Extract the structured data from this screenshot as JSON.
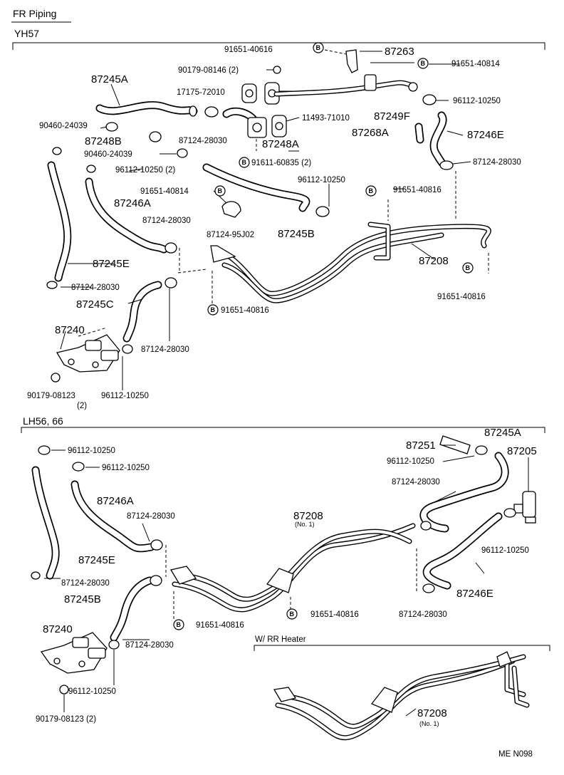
{
  "header": {
    "title": "FR  Piping"
  },
  "sections": {
    "yh57": {
      "title": "YH57"
    },
    "lh": {
      "title": "LH56, 66"
    },
    "rr": {
      "title": "W/ RR Heater"
    }
  },
  "footer": {
    "code": "ME  N098"
  },
  "yh57_labels": {
    "p91651_40616": "91651-40616",
    "p87263": "87263",
    "p91651_40814_top": "91651-40814",
    "p90179_08146": "90179-08146 (2)",
    "p87245A": "87245A",
    "p17175_72010": "17175-72010",
    "p96112_10250_a": "96112-10250",
    "p11493_71010": "11493-71010",
    "p87249F": "87249F",
    "p90460_24039_a": "90460-24039",
    "p87268A": "87268A",
    "p87246E": "87246E",
    "p87248B": "87248B",
    "p87124_28030_a": "87124-28030",
    "p87248A": "87248A",
    "p90460_24039_b": "90460-24039",
    "p87124_28030_b": "87124-28030",
    "p91611_60835": "91611-60835 (2)",
    "p96112_10250_b": "96112-10250 (2)",
    "p96112_10250_c": "96112-10250",
    "p91651_40814_mid": "91651-40814",
    "p91651_40816_a": "91651-40816",
    "p87246A": "87246A",
    "p87124_28030_c": "87124-28030",
    "p87124_95J02": "87124-95J02",
    "p87245B": "87245B",
    "p87208": "87208",
    "p87245E": "87245E",
    "p87124_28030_d": "87124-28030",
    "p91651_40816_b": "91651-40816",
    "p87245C": "87245C",
    "p91651_40816_c": "91651-40816",
    "p87240": "87240",
    "p87124_28030_e": "87124-28030",
    "p90179_08123": "90179-08123",
    "p90179_08123_qty": "(2)",
    "p96112_10250_d": "96112-10250"
  },
  "lh_labels": {
    "p96112_10250_a": "96112-10250",
    "p87251": "87251",
    "p87245A": "87245A",
    "p96112_10250_b": "96112-10250",
    "p96112_10250_c": "96112-10250",
    "p87205": "87205",
    "p87246A": "87246A",
    "p87124_28030_a": "87124-28030",
    "p87124_28030_b": "87124-28030",
    "p87208": "87208",
    "p87208_no": "(No. 1)",
    "p96112_10250_d": "96112-10250",
    "p87245E": "87245E",
    "p87124_28030_c": "87124-28030",
    "p87245B": "87245B",
    "p91651_40816_a": "91651-40816",
    "p87246E": "87246E",
    "p87124_28030_d": "87124-28030",
    "p91651_40816_b": "91651-40816",
    "p87240": "87240",
    "p87124_28030_e": "87124-28030",
    "p96112_10250_e": "96112-10250",
    "p90179_08123": "90179-08123 (2)"
  },
  "rr_labels": {
    "p87208": "87208",
    "p87208_no": "(No. 1)"
  },
  "bolt_symbol": "B"
}
